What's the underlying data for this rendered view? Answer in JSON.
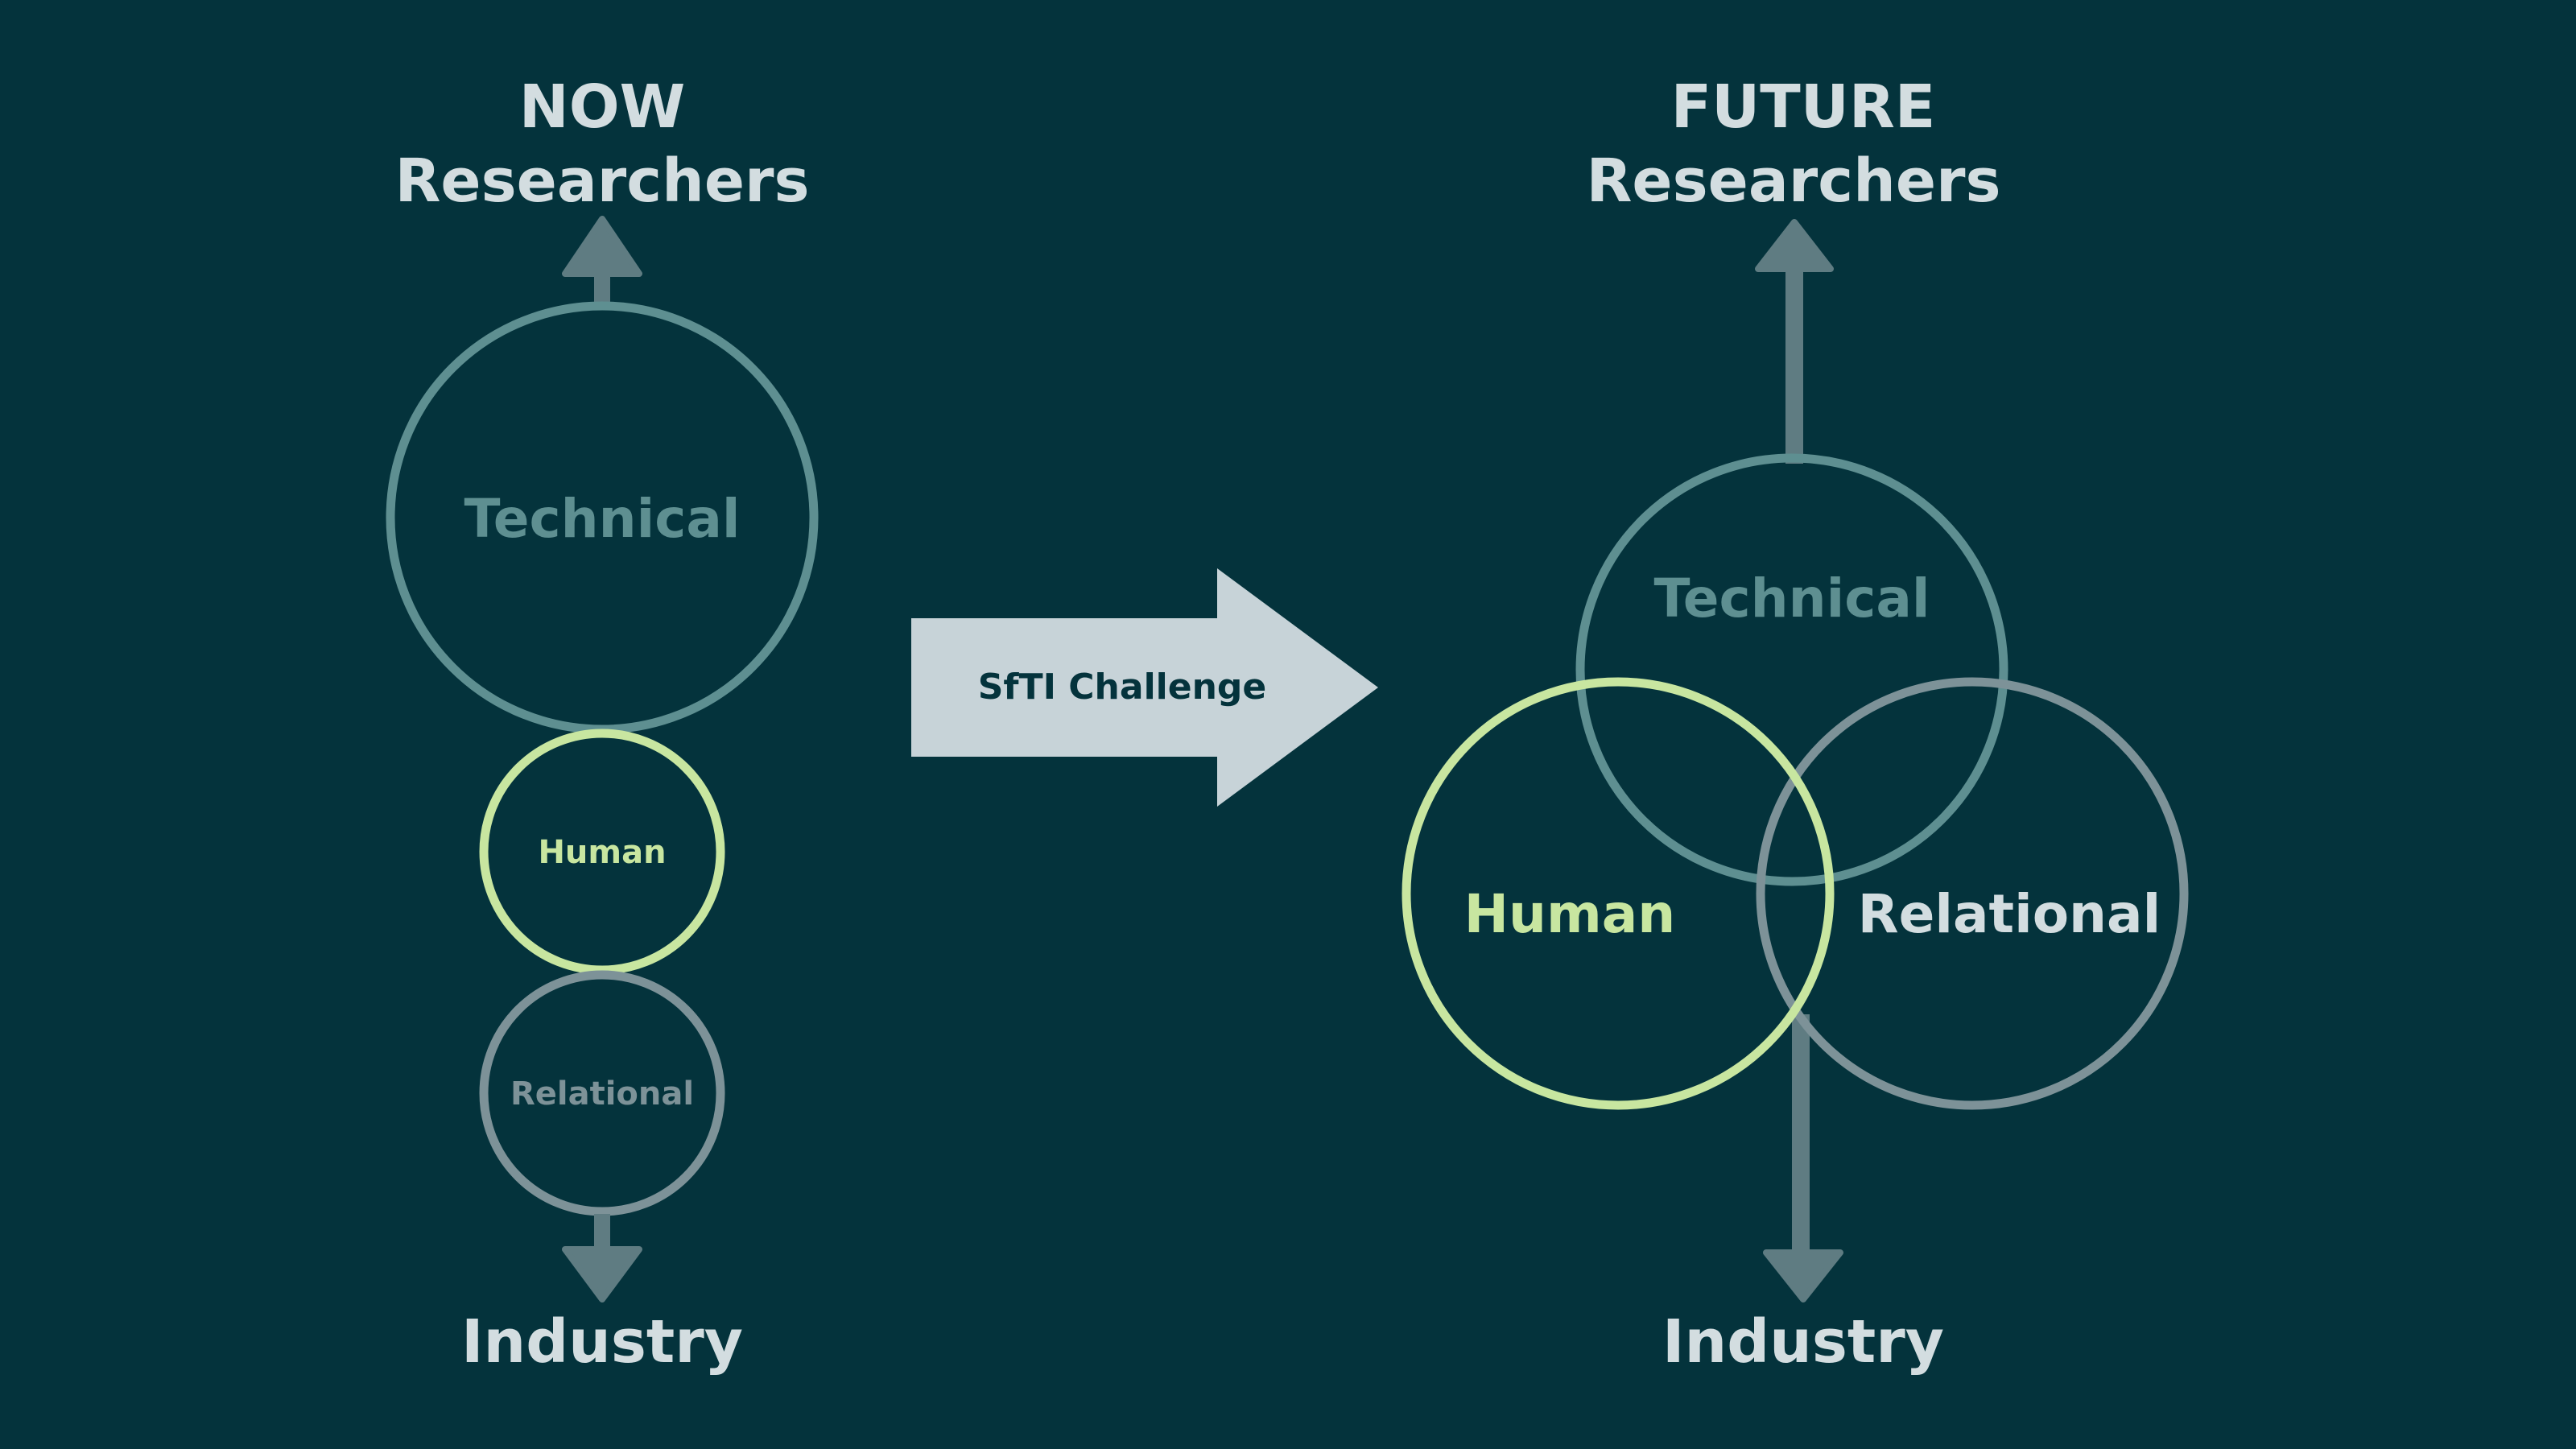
{
  "now": {
    "heading": "NOW",
    "top_label": "Researchers",
    "bottom_label": "Industry",
    "circles": {
      "technical": "Technical",
      "human": "Human",
      "relational": "Relational"
    }
  },
  "transition": {
    "label": "SfTI Challenge"
  },
  "future": {
    "heading": "FUTURE",
    "top_label": "Researchers",
    "bottom_label": "Industry",
    "circles": {
      "technical": "Technical",
      "human": "Human",
      "relational": "Relational"
    }
  },
  "colors": {
    "background": "#04333c",
    "heading_text": "#d3dde0",
    "technical": "#5e8f91",
    "human": "#c8e6a0",
    "relational": "#7d9298",
    "arrow": "#5f7c82",
    "transition_arrow": "#c7d3d8",
    "transition_text": "#04333c"
  }
}
